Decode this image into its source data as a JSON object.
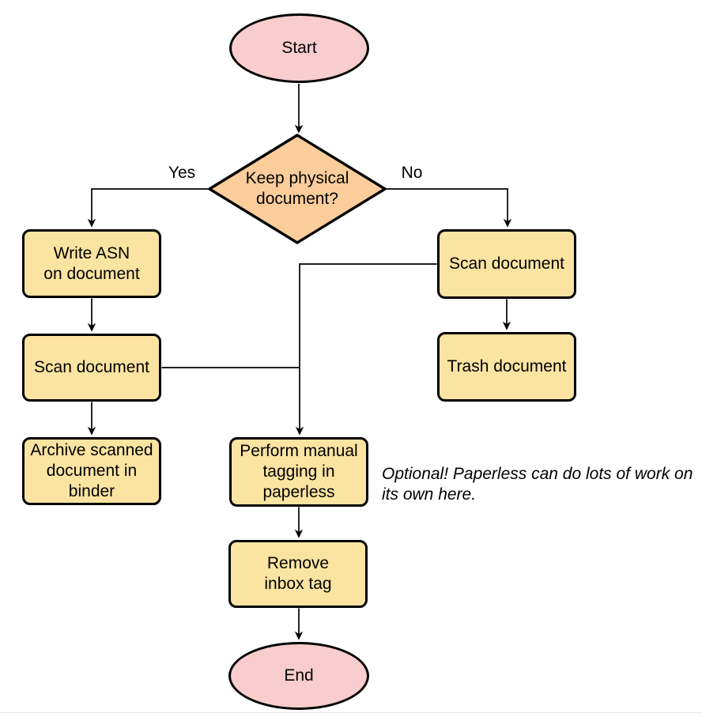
{
  "colors": {
    "background": "#ffffff",
    "node_stroke": "#000000",
    "edge_stroke": "#000000",
    "terminal_fill": "#F9CDCD",
    "decision_fill": "#FACD9B",
    "process_fill": "#FBE3A1",
    "text": "#000000",
    "bottom_divider": "#e8e8e5"
  },
  "nodes": {
    "start": {
      "label": "Start"
    },
    "decision": {
      "label": "Keep physical\ndocument?"
    },
    "write_asn": {
      "label": "Write ASN\non document"
    },
    "scan_left": {
      "label": "Scan document"
    },
    "archive": {
      "label": "Archive scanned\ndocument in\nbinder"
    },
    "scan_right": {
      "label": "Scan document"
    },
    "trash": {
      "label": "Trash document"
    },
    "tagging": {
      "label": "Perform manual\ntagging in\npaperless"
    },
    "remove_inbox": {
      "label": "Remove\ninbox tag"
    },
    "end": {
      "label": "End"
    }
  },
  "edge_labels": {
    "yes": "Yes",
    "no": "No"
  },
  "annotation": {
    "text": "Optional! Paperless can do lots of work on\nits own here."
  }
}
